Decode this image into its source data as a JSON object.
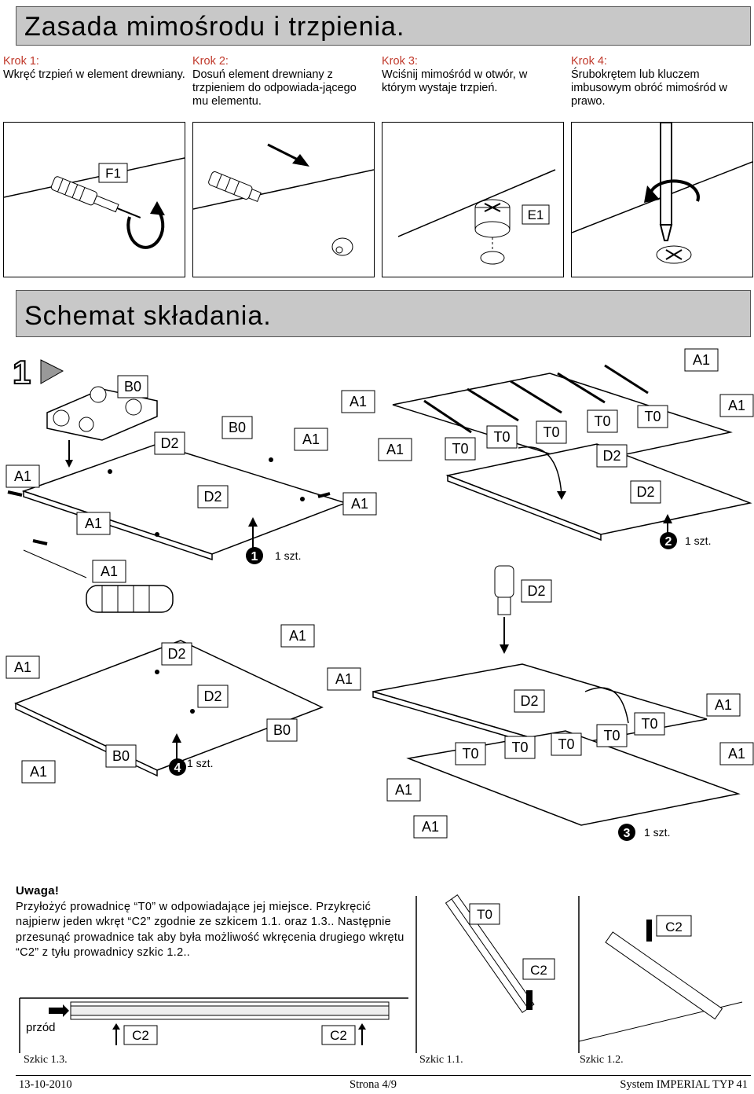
{
  "heading_main": "Zasada mimośrodu i trzpienia.",
  "steps": [
    {
      "title": "Krok 1:",
      "text": "Wkręć trzpień w element drewniany."
    },
    {
      "title": "Krok 2:",
      "text": "Dosuń element drewniany z trzpieniem do odpowiada-jącego mu elementu."
    },
    {
      "title": "Krok 3:",
      "text": "Wciśnij mimośród w otwór, w którym wystaje trzpień."
    },
    {
      "title": "Krok 4:",
      "text": "Śrubokrętem lub kluczem imbusowym obróć mimośród w prawo."
    }
  ],
  "step_labels": {
    "f1": "F1",
    "e1": "E1"
  },
  "heading_schema": "Schemat składania.",
  "stage_number": "1",
  "labels": {
    "a1": "A1",
    "b0": "B0",
    "d2": "D2",
    "t0": "T0",
    "c2": "C2"
  },
  "parts": [
    {
      "num": "1",
      "qty": "1 szt."
    },
    {
      "num": "2",
      "qty": "1 szt."
    },
    {
      "num": "3",
      "qty": "1 szt."
    },
    {
      "num": "4",
      "qty": "1 szt."
    }
  ],
  "note": {
    "title": "Uwaga!",
    "text": "Przyłożyć prowadnicę “T0” w odpowiadające jej miejsce. Przykręcić najpierw jeden wkręt “C2” zgodnie ze szkicem 1.1. oraz 1.3.. Następnie przesunąć prowadnice tak aby była możliwość wkręcenia drugiego wkrętu “C2” z tyłu prowadnicy szkic 1.2.."
  },
  "front_label": "przód",
  "sketches": {
    "s13": "Szkic 1.3.",
    "s11": "Szkic 1.1.",
    "s12": "Szkic 1.2."
  },
  "footer": {
    "date": "13-10-2010",
    "page": "Strona 4/9",
    "system": "System IMPERIAL TYP 41"
  }
}
